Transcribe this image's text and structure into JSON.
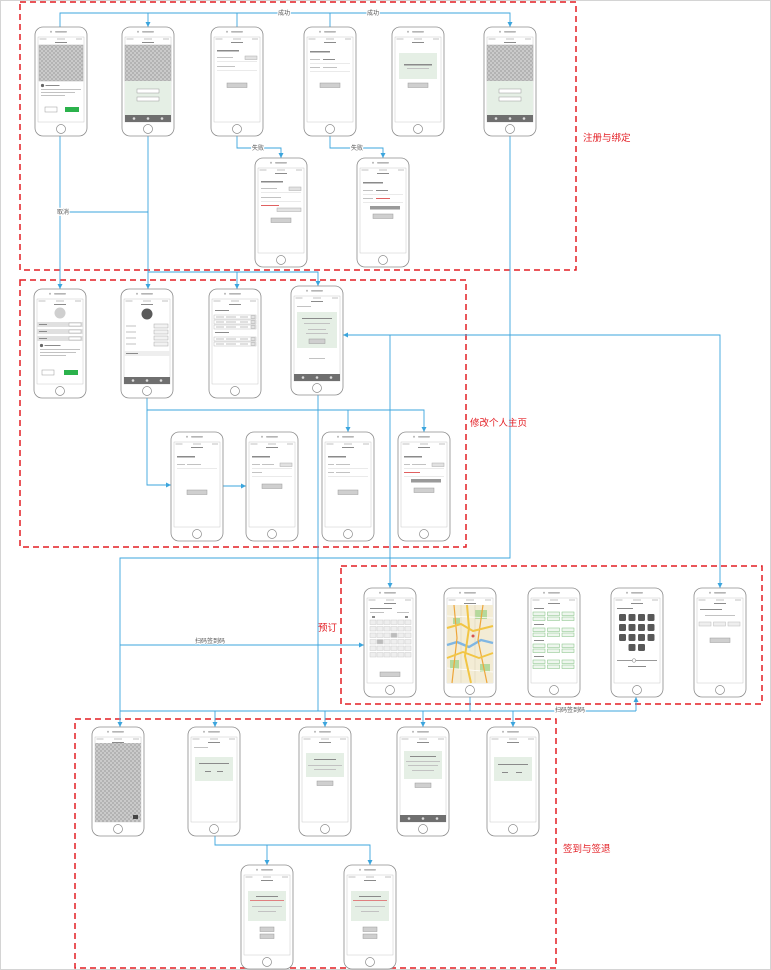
{
  "diagram": {
    "sections": {
      "register": "注册与绑定",
      "profile": "修改个人主页",
      "booking": "预订",
      "checkin": "签到与签退"
    },
    "edge_labels": {
      "success_1": "成功",
      "success_2": "成功",
      "fail_1": "失败",
      "fail_2": "失败",
      "cancel": "取消",
      "scan_1": "扫码签到码",
      "scan_2": "扫码签到码"
    },
    "colors": {
      "section_border": "#e31e24",
      "connector": "#3ba5dd",
      "accent_green": "#2bb24c",
      "panel_green": "#e5efe5"
    }
  }
}
